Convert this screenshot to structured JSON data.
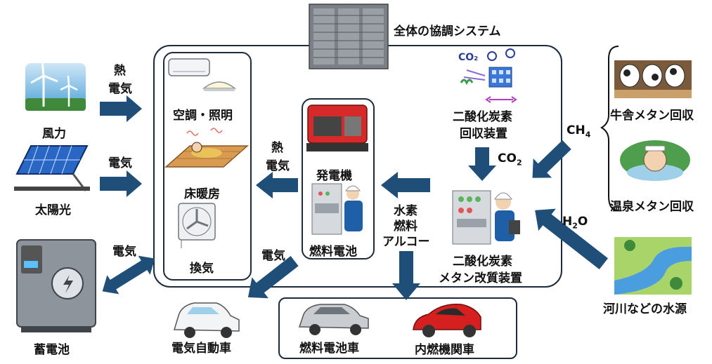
{
  "system_title": "全体の協調システム",
  "sources": {
    "wind": "風力",
    "solar": "太陽光",
    "storage": "蓄電池"
  },
  "source_flows": {
    "wind_heat": "熱",
    "wind_elec": "電気",
    "solar_elec": "電気",
    "storage_elec": "電気"
  },
  "building": {
    "ac_lighting": "空調・照明",
    "floor_heating": "床暖房",
    "ventilation": "換気"
  },
  "gen_flows": {
    "heat": "熱",
    "elec": "電気",
    "ev_elec": "電気"
  },
  "generation": {
    "generator": "発電機",
    "fuel_cell": "燃料電池"
  },
  "fuels": {
    "line1": "水素",
    "line2": "燃料",
    "line3": "アルコー"
  },
  "vehicles": {
    "ev": "電気自動車",
    "fcv": "燃料電池車",
    "ice": "内燃機関車"
  },
  "co2_capture": {
    "line1": "二酸化炭素",
    "line2": "回収装置",
    "flow_co2_base": "CO",
    "flow_co2_sub": "2"
  },
  "reformer": {
    "line1": "二酸化炭素",
    "line2": "メタン改質装置"
  },
  "methane_sources": {
    "ch4_base": "CH",
    "ch4_sub": "4",
    "barn": "牛舎メタン回収",
    "hot_spring": "温泉メタン回収"
  },
  "water": {
    "h2o_base": "H",
    "h2o_sub": "2",
    "h2o_end": "O",
    "river": "河川などの水源"
  },
  "colors": {
    "arrow": "#1f4e79",
    "frame": "#1c2b3a"
  }
}
